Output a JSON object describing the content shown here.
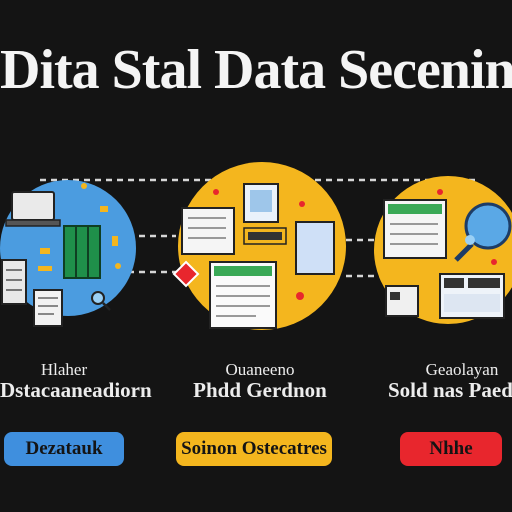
{
  "title": "Dita Stal Data Secening",
  "stages": [
    {
      "caption_top": "Hlaher",
      "caption_bottom": "Dstacaaneadiorn",
      "pill_label": "Dezatauk"
    },
    {
      "caption_top": "Ouaneeno",
      "caption_bottom": "Phdd Gerdnon",
      "pill_label": "Soinon Ostecatres"
    },
    {
      "caption_top": "Geaolayan",
      "caption_bottom": "Sold nas Paeda",
      "pill_label": "Nhhe"
    }
  ],
  "colors": {
    "background": "#141414",
    "circle_blue": "#4b9ce0",
    "circle_yellow": "#f4b61e",
    "pill_blue": "#3f8fde",
    "pill_yellow": "#f4b61e",
    "pill_red": "#e8262d"
  }
}
